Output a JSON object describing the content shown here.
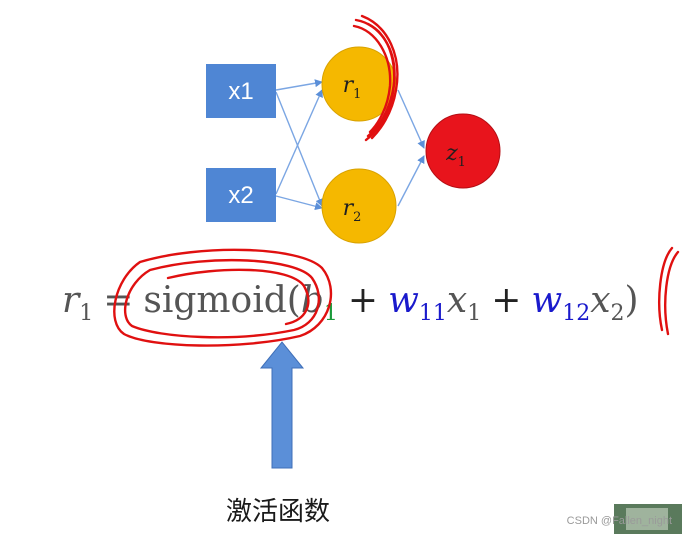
{
  "diagram": {
    "inputs": [
      {
        "label": "x1"
      },
      {
        "label": "x2"
      }
    ],
    "hidden": [
      {
        "symbol": "r",
        "sub": "1"
      },
      {
        "symbol": "r",
        "sub": "2"
      }
    ],
    "output": {
      "symbol": "z",
      "sub": "1"
    }
  },
  "formula": {
    "lhs": "r",
    "lhs_sub": "1",
    "equals": "=",
    "func": "sigmoid",
    "open_paren": "(",
    "b": "b",
    "b_sub": "1",
    "plus1": "+",
    "w11": "w",
    "w11_sub": "11",
    "x1": "x",
    "x1_sub": "1",
    "plus2": "+",
    "w12": "w",
    "w12_sub": "12",
    "x2": "x",
    "x2_sub": "2",
    "close_paren": ")"
  },
  "caption": "激活函数",
  "watermark": "CSDN @Fallen_night",
  "colors": {
    "input_box": "#4f86d4",
    "hidden_node": "#f5b800",
    "output_node": "#e8141c",
    "weight_blue": "#1a1acc",
    "bias_green": "#1a9a3a",
    "annotation_red": "#e01010",
    "arrow_blue": "#5b8fd8"
  }
}
